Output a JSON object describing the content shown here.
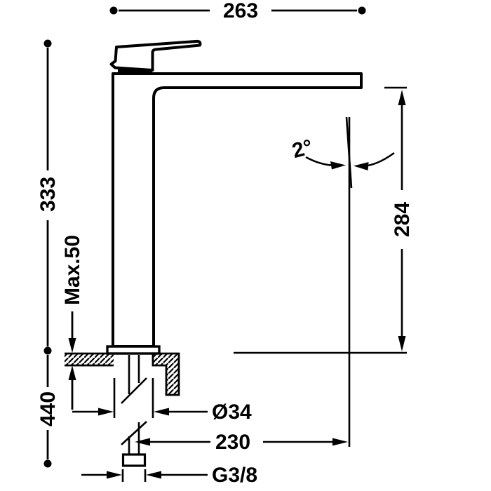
{
  "background": "#ffffff",
  "line_color": "#000000",
  "labels": {
    "overall_width": "263",
    "height_above_deck": "333",
    "max_deck_thickness": "Max.50",
    "below_deck_length": "440",
    "spout_angle": "2°",
    "outlet_height": "284",
    "body_diameter": "Ø34",
    "spout_reach": "230",
    "supply_thread": "G3/8"
  }
}
